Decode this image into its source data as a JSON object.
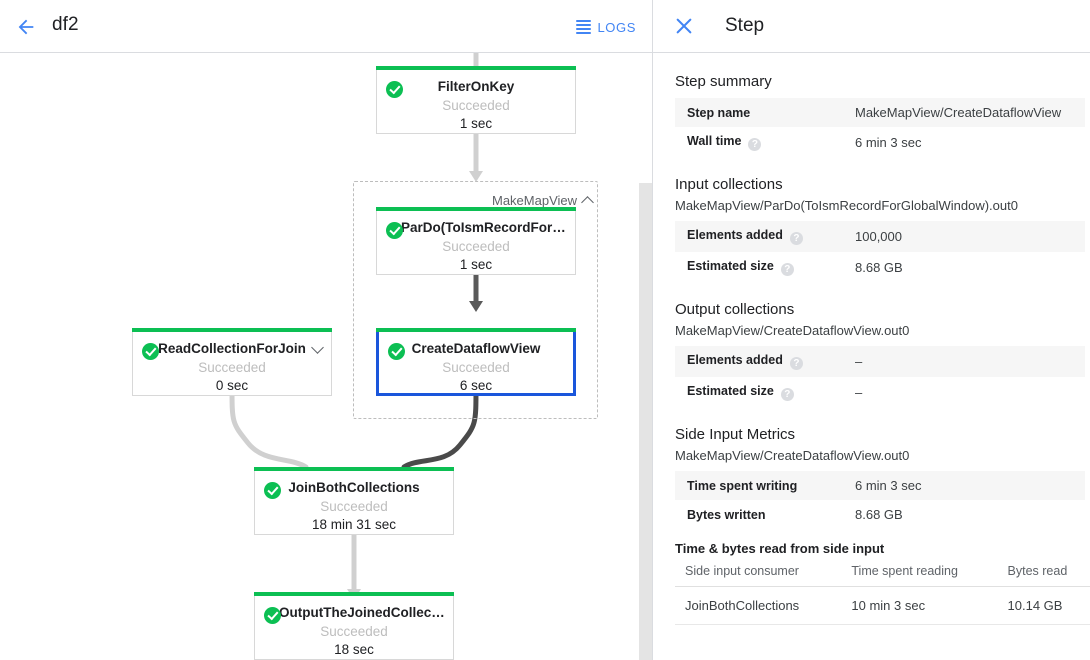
{
  "topbar": {
    "back_icon": "back-arrow-icon",
    "job_title": "df2",
    "logs_label": "LOGS",
    "logs_icon": "list-icon",
    "accent_color": "#4285f4"
  },
  "graph": {
    "group": {
      "label": "MakeMapView",
      "collapse_icon": "chevron-up-icon"
    },
    "nodes": [
      {
        "id": "filter-on-key",
        "name": "FilterOnKey",
        "status": "Succeeded",
        "time": "1 sec",
        "selected": false,
        "expandable": false
      },
      {
        "id": "pardo-toismrecord",
        "name": "ParDo(ToIsmRecordFor…",
        "status": "Succeeded",
        "time": "1 sec",
        "selected": false,
        "expandable": false
      },
      {
        "id": "create-dataflow-view",
        "name": "CreateDataflowView",
        "status": "Succeeded",
        "time": "6 sec",
        "selected": true,
        "expandable": false
      },
      {
        "id": "read-collection-for-join",
        "name": "ReadCollectionForJoin",
        "status": "Succeeded",
        "time": "0 sec",
        "selected": false,
        "expandable": true,
        "expand_icon": "chevron-down-icon"
      },
      {
        "id": "join-both-collections",
        "name": "JoinBothCollections",
        "status": "Succeeded",
        "time": "18 min 31 sec",
        "selected": false,
        "expandable": false
      },
      {
        "id": "output-the-joined-collection",
        "name": "OutputTheJoinedCollec…",
        "status": "Succeeded",
        "time": "18 sec",
        "selected": false,
        "expandable": false
      }
    ],
    "status_color": "#0cbf53",
    "selected_color": "#1a56db"
  },
  "panel": {
    "close_icon": "close-icon",
    "title": "Step",
    "step_summary": {
      "heading": "Step summary",
      "rows": [
        {
          "key": "Step name",
          "value": "MakeMapView/CreateDataflowView",
          "help": false
        },
        {
          "key": "Wall time",
          "value": "6 min 3 sec",
          "help": true
        }
      ]
    },
    "input_collections": {
      "heading": "Input collections",
      "collection": "MakeMapView/ParDo(ToIsmRecordForGlobalWindow).out0",
      "rows": [
        {
          "key": "Elements added",
          "value": "100,000",
          "help": true
        },
        {
          "key": "Estimated size",
          "value": "8.68 GB",
          "help": true
        }
      ]
    },
    "output_collections": {
      "heading": "Output collections",
      "collection": "MakeMapView/CreateDataflowView.out0",
      "rows": [
        {
          "key": "Elements added",
          "value": "–",
          "help": true
        },
        {
          "key": "Estimated size",
          "value": "–",
          "help": true
        }
      ]
    },
    "side_input_metrics": {
      "heading": "Side Input Metrics",
      "collection": "MakeMapView/CreateDataflowView.out0",
      "rows": [
        {
          "key": "Time spent writing",
          "value": "6 min 3 sec",
          "help": false
        },
        {
          "key": "Bytes written",
          "value": "8.68 GB",
          "help": false
        }
      ]
    },
    "side_input_table": {
      "heading": "Time & bytes read from side input",
      "columns": [
        "Side input consumer",
        "Time spent reading",
        "Bytes read"
      ],
      "rows": [
        [
          "JoinBothCollections",
          "10 min 3 sec",
          "10.14 GB"
        ]
      ]
    },
    "help_glyph": "?"
  }
}
